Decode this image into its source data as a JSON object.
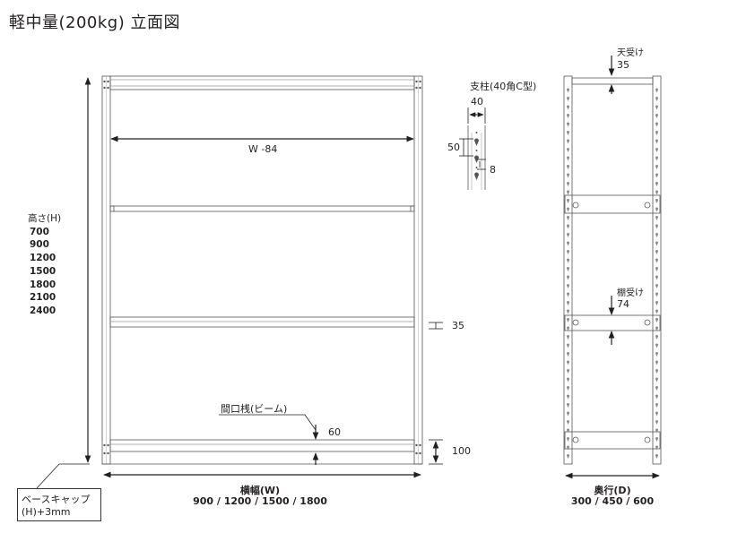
{
  "title": "軽中量(200kg) 立面図",
  "front": {
    "inner_width_label": "W -84",
    "height_label": "高さ(H)",
    "height_values": [
      "700",
      "900",
      "1200",
      "1500",
      "1800",
      "2100",
      "2400"
    ],
    "shelf_thickness": "35",
    "beam_label": "間口桟(ビーム)",
    "beam_height": "60",
    "bottom_height": "100",
    "width_label": "横幅(W)",
    "width_values": "900 / 1200 / 1500 / 1800",
    "base_cap_label": "ベースキャップ",
    "base_cap_note": "(H)+3mm"
  },
  "post": {
    "label": "支柱(40角C型)",
    "width": "40",
    "pitch": "50",
    "hole": "8"
  },
  "side": {
    "top_support_label": "天受け",
    "top_support_size": "35",
    "shelf_support_label": "棚受け",
    "shelf_support_size": "74",
    "depth_label": "奥行(D)",
    "depth_values": "300 / 450 / 600"
  }
}
